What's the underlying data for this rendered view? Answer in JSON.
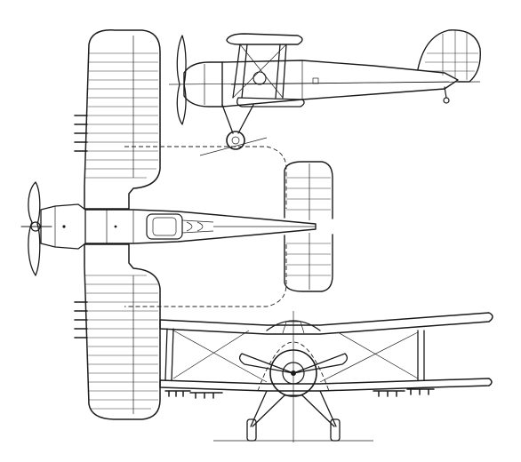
{
  "drawing": {
    "kind": "three-view line drawing of a biplane",
    "ink_color": "#1a1a1a",
    "background_color": "#ffffff",
    "views": [
      "side-view",
      "plan-view",
      "front-view"
    ]
  }
}
